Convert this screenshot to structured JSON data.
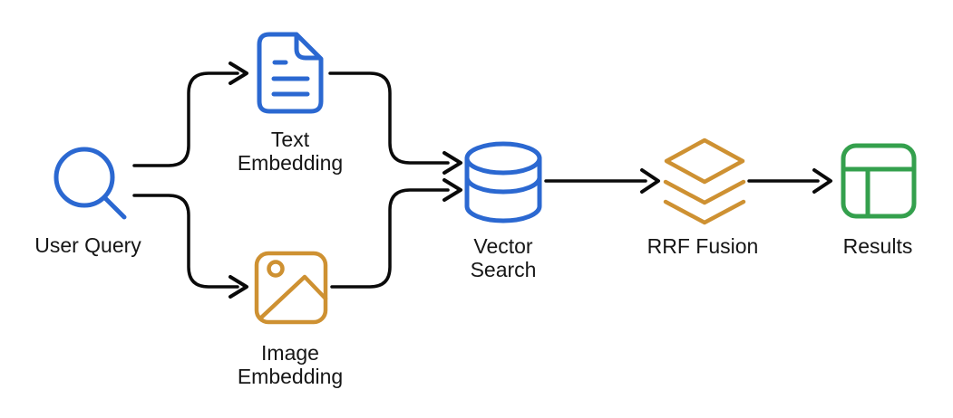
{
  "diagram": {
    "title": "",
    "nodes": {
      "user_query": {
        "label": "User Query",
        "icon": "magnifier-icon",
        "color": "#2B68D1"
      },
      "text_embedding": {
        "label_line1": "Text",
        "label_line2": "Embedding",
        "icon": "document-icon",
        "color": "#2B68D1"
      },
      "image_embedding": {
        "label_line1": "Image",
        "label_line2": "Embedding",
        "icon": "image-icon",
        "color": "#CE9132"
      },
      "vector_search": {
        "label_line1": "Vector",
        "label_line2": "Search",
        "icon": "database-icon",
        "color": "#2B68D1"
      },
      "rrf_fusion": {
        "label": "RRF Fusion",
        "icon": "layers-icon",
        "color": "#CE9132"
      },
      "results": {
        "label": "Results",
        "icon": "results-panel-icon",
        "color": "#34A04D"
      }
    },
    "edges": [
      {
        "from": "user_query",
        "to": "text_embedding"
      },
      {
        "from": "user_query",
        "to": "image_embedding"
      },
      {
        "from": "text_embedding",
        "to": "vector_search"
      },
      {
        "from": "image_embedding",
        "to": "vector_search"
      },
      {
        "from": "vector_search",
        "to": "rrf_fusion"
      },
      {
        "from": "rrf_fusion",
        "to": "results"
      }
    ]
  },
  "colors": {
    "blue": "#2B68D1",
    "orange": "#CE9132",
    "green": "#34A04D",
    "arrow": "#0A0A0A",
    "text": "#161616",
    "bg": "#FFFFFF"
  }
}
